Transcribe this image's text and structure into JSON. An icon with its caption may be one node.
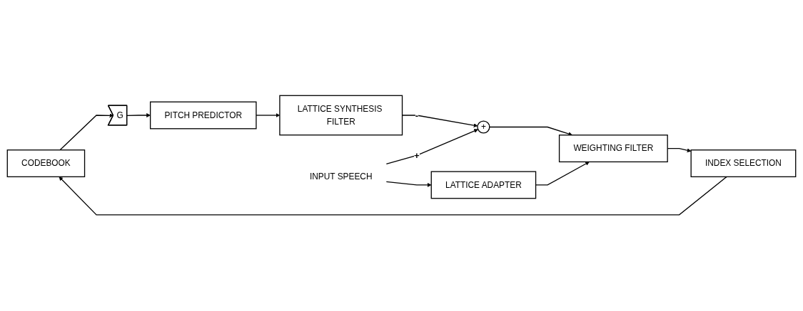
{
  "diagram": {
    "nodes": [
      {
        "text": [
          "CODEBOOK"
        ]
      },
      {
        "text": [
          "G"
        ]
      },
      {
        "text": [
          "PITCH PREDICTOR"
        ]
      },
      {
        "text": [
          "LATTICE SYNTHESIS FILTER"
        ]
      },
      {
        "text": [
          "+"
        ]
      },
      {
        "text": [
          "INDEX SELECTION"
        ]
      },
      {
        "text": [
          "WEIGHTING FILTER"
        ]
      },
      {
        "text": [
          "LATTICE ADAPTER"
        ]
      },
      {
        "text": [
          "INPUT SPEECH"
        ]
      }
    ],
    "edges": [
      {
        "from": 0,
        "to": 1,
        "arrow": "to"
      },
      {
        "from": 1,
        "to": 2,
        "arrow": "to"
      },
      {
        "from": 2,
        "to": 3,
        "arrow": "to"
      },
      {
        "from": 3,
        "to": 4,
        "arrow": "to",
        "label": "-"
      },
      {
        "from": 8,
        "to": 4,
        "arrow": "to",
        "label": "+"
      },
      {
        "from": 4,
        "to": 6,
        "arrow": "to"
      },
      {
        "from": 6,
        "to": 5,
        "arrow": "to"
      },
      {
        "from": 5,
        "to": 0,
        "arrow": "to"
      },
      {
        "from": 8,
        "to": 7,
        "arrow": "to"
      },
      {
        "from": 7,
        "to": 6,
        "arrow": "to"
      }
    ]
  }
}
